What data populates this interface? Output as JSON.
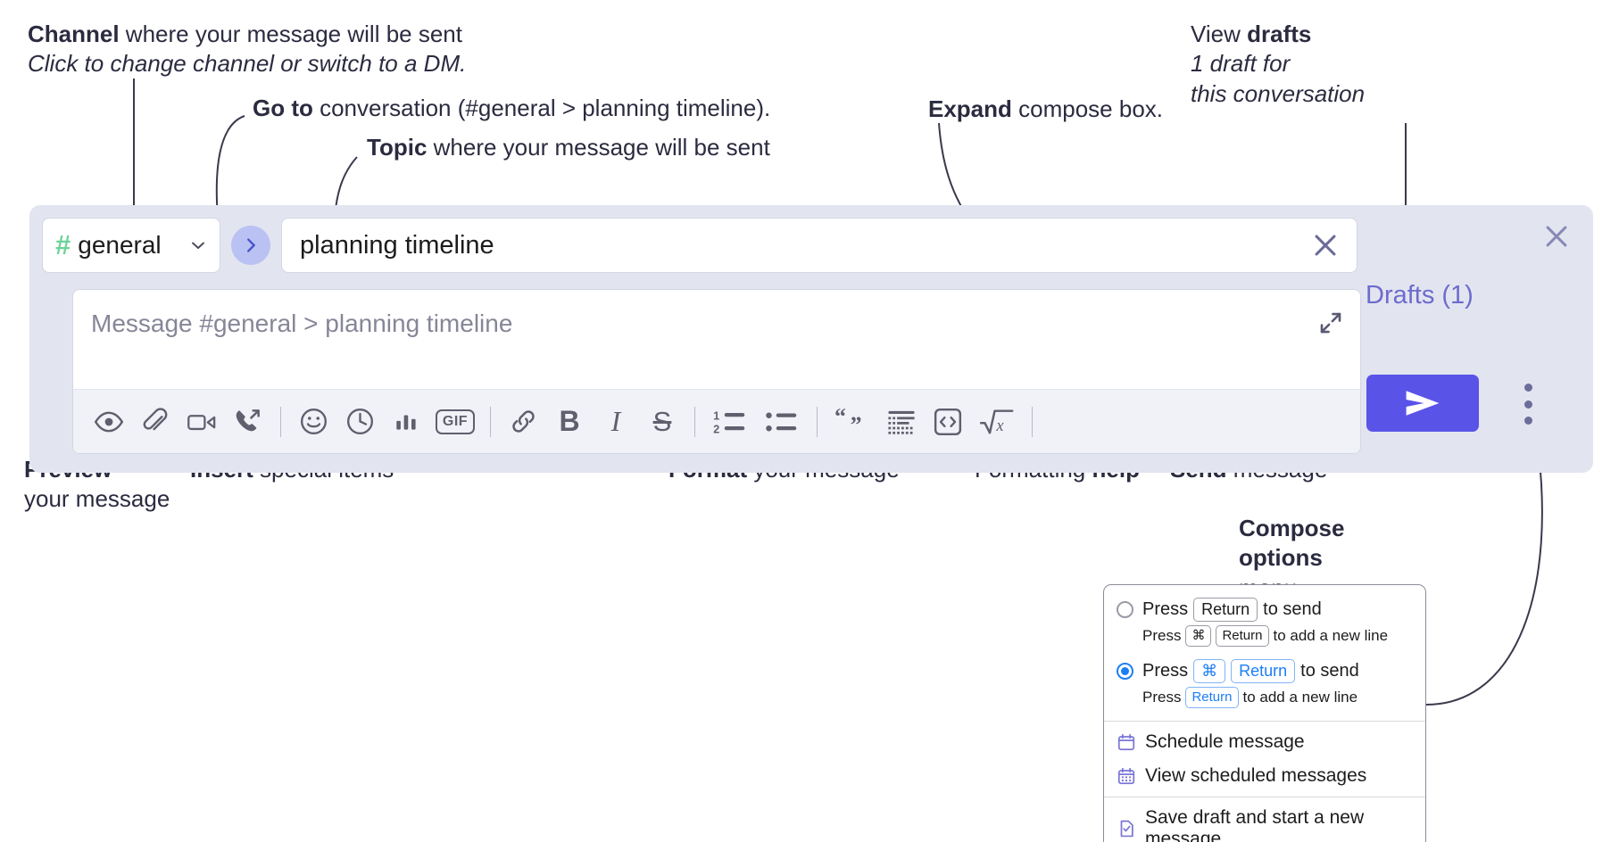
{
  "annotations": {
    "channel": {
      "bold": "Channel",
      "rest": " where your message will be sent",
      "italic": "Click to change channel or switch to a DM."
    },
    "goto": {
      "bold": "Go to",
      "rest": " conversation (#general > planning timeline)."
    },
    "topic": {
      "bold": "Topic",
      "rest": " where your message will be sent"
    },
    "expand": {
      "bold": "Expand",
      "rest": " compose box."
    },
    "drafts": {
      "normal": "View ",
      "bold": "drafts",
      "italic_line1": "1 draft for",
      "italic_line2": "this conversation"
    },
    "preview": {
      "bold": "Preview",
      "line2": "your message"
    },
    "insert": {
      "bold": "Insert",
      "rest": " special items"
    },
    "format": {
      "bold": "Format",
      "rest": " your message"
    },
    "help": {
      "normal": "Formatting ",
      "bold": "help"
    },
    "send": {
      "bold": "Send",
      "rest": " message"
    },
    "compose_options": {
      "bold_line1": "Compose",
      "bold_line2": "options",
      "line3": "menu"
    }
  },
  "compose": {
    "channel_name": "general",
    "hash_symbol": "#",
    "topic_value": "planning timeline",
    "message_placeholder": "Message #general > planning timeline",
    "toolbar": [
      {
        "name": "preview-icon",
        "label": "Preview"
      },
      {
        "name": "attachment-icon",
        "label": "Attach file"
      },
      {
        "name": "video-icon",
        "label": "Record video clip"
      },
      {
        "name": "audio-call-icon",
        "label": "Record audio clip"
      },
      {
        "type": "separator"
      },
      {
        "name": "emoji-icon",
        "label": "Emoji"
      },
      {
        "name": "clock-icon",
        "label": "Reminder"
      },
      {
        "name": "poll-icon",
        "label": "Poll"
      },
      {
        "name": "gif-icon",
        "label": "GIF"
      },
      {
        "type": "separator"
      },
      {
        "name": "link-icon",
        "label": "Link"
      },
      {
        "name": "bold-icon",
        "label": "B"
      },
      {
        "name": "italic-icon",
        "label": "I"
      },
      {
        "name": "strikethrough-icon",
        "label": "S"
      },
      {
        "type": "separator"
      },
      {
        "name": "ordered-list-icon",
        "label": "Ordered list"
      },
      {
        "name": "bulleted-list-icon",
        "label": "Bulleted list"
      },
      {
        "type": "separator"
      },
      {
        "name": "blockquote-icon",
        "label": "Blockquote"
      },
      {
        "name": "code-block-icon",
        "label": "Code block"
      },
      {
        "name": "inline-code-icon",
        "label": "Code"
      },
      {
        "name": "math-icon",
        "label": "Math"
      },
      {
        "type": "separator"
      },
      {
        "name": "help-icon",
        "label": "?"
      }
    ]
  },
  "right_panel": {
    "drafts_label": "Drafts (1)",
    "send_label": "Send",
    "close_label": "Close"
  },
  "menu": {
    "options": [
      {
        "selected": false,
        "prefix": "Press",
        "keys": [
          "Return"
        ],
        "suffix": "to send",
        "sub_prefix": "Press",
        "sub_keys": [
          "⌘",
          "Return"
        ],
        "sub_suffix": "to add a new line"
      },
      {
        "selected": true,
        "prefix": "Press",
        "keys": [
          "⌘",
          "Return"
        ],
        "suffix": "to send",
        "sub_prefix": "Press",
        "sub_keys": [
          "Return"
        ],
        "sub_suffix": "to add a new line"
      }
    ],
    "items": [
      {
        "icon": "calendar-icon",
        "label": "Schedule message"
      },
      {
        "icon": "calendar-grid-icon",
        "label": "View scheduled messages"
      },
      {
        "icon": "save-draft-icon",
        "label": "Save draft and start a new message"
      }
    ]
  },
  "colors": {
    "accent": "#5a53e8",
    "drafts_text": "#6c6ccc",
    "hash_green": "#6ed39a",
    "panel_bg": "#e2e4f0",
    "radio_blue": "#1c7ef5"
  }
}
